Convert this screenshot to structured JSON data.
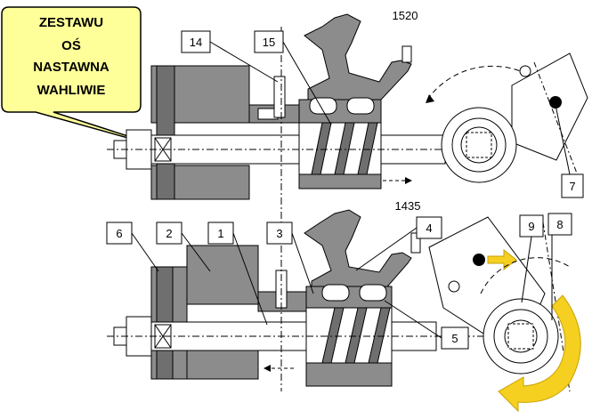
{
  "callout": {
    "lines": [
      "ZESTAWU",
      "OŚ",
      "NASTAWNA",
      "WAHLIWIE"
    ],
    "fill": "#ffff99"
  },
  "labels": {
    "l14": "14",
    "l15": "15",
    "l1520": "1520",
    "l7": "7",
    "l1435": "1435",
    "l4": "4",
    "l6": "6",
    "l2": "2",
    "l1": "1",
    "l3": "3",
    "l9": "9",
    "l8": "8",
    "l5": "5"
  },
  "colors": {
    "part_gray": "#8c8c8c",
    "arrow_yellow": "#f5d020",
    "outline": "#000000"
  }
}
